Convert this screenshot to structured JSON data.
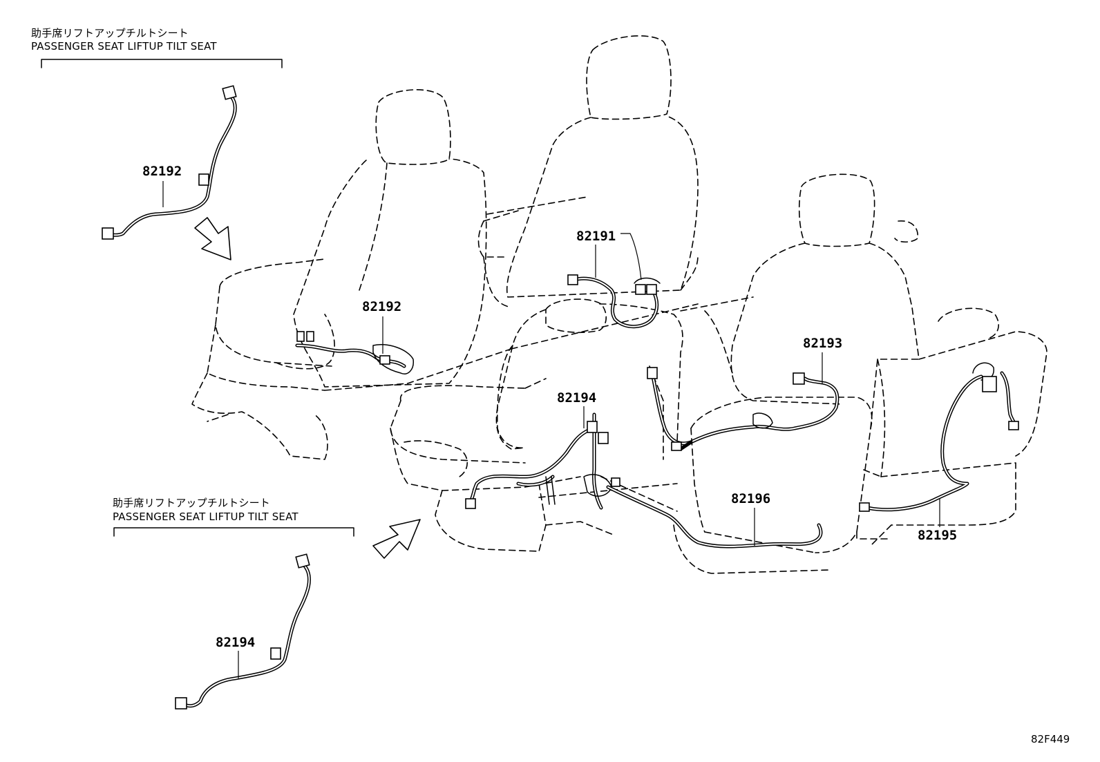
{
  "captions": {
    "top_jp": "助手席リフトアップチルトシート",
    "top_en": "PASSENGER SEAT LIFTUP TILT SEAT",
    "bottom_jp": "助手席リフトアップチルトシート",
    "bottom_en": "PASSENGER SEAT LIFTUP TILT SEAT"
  },
  "parts": {
    "p82192_top": "82192",
    "p82192_main": "82192",
    "p82191": "82191",
    "p82193": "82193",
    "p82194_main": "82194",
    "p82194_bottom": "82194",
    "p82196": "82196",
    "p82195": "82195"
  },
  "figure_code": "82F449"
}
